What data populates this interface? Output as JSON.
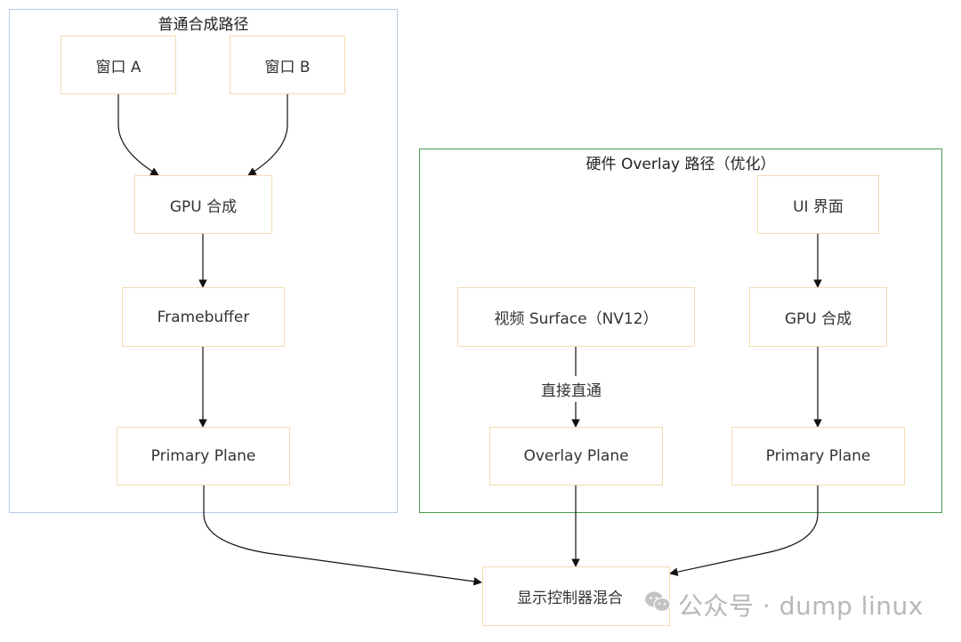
{
  "clusters": {
    "normal": {
      "title": "普通合成路径",
      "border_color": "#b7c9e2"
    },
    "overlay": {
      "title": "硬件 Overlay 路径（优化）",
      "border_color": "#4a9a4a"
    }
  },
  "nodes": {
    "window_a": "窗口 A",
    "window_b": "窗口 B",
    "gpu_compose_left": "GPU 合成",
    "framebuffer": "Framebuffer",
    "primary_plane_left": "Primary Plane",
    "video_surface": "视频 Surface（NV12）",
    "overlay_plane": "Overlay Plane",
    "ui_surface": "UI 界面",
    "gpu_compose_right": "GPU 合成",
    "primary_plane_right": "Primary Plane",
    "display_controller": "显示控制器混合"
  },
  "edge_labels": {
    "direct": "直接直通"
  },
  "watermark": {
    "text": "公众号 · dump linux",
    "icon": "wechat-icon"
  },
  "colors": {
    "node_border": "#f0dcb0",
    "edge": "#111111"
  }
}
